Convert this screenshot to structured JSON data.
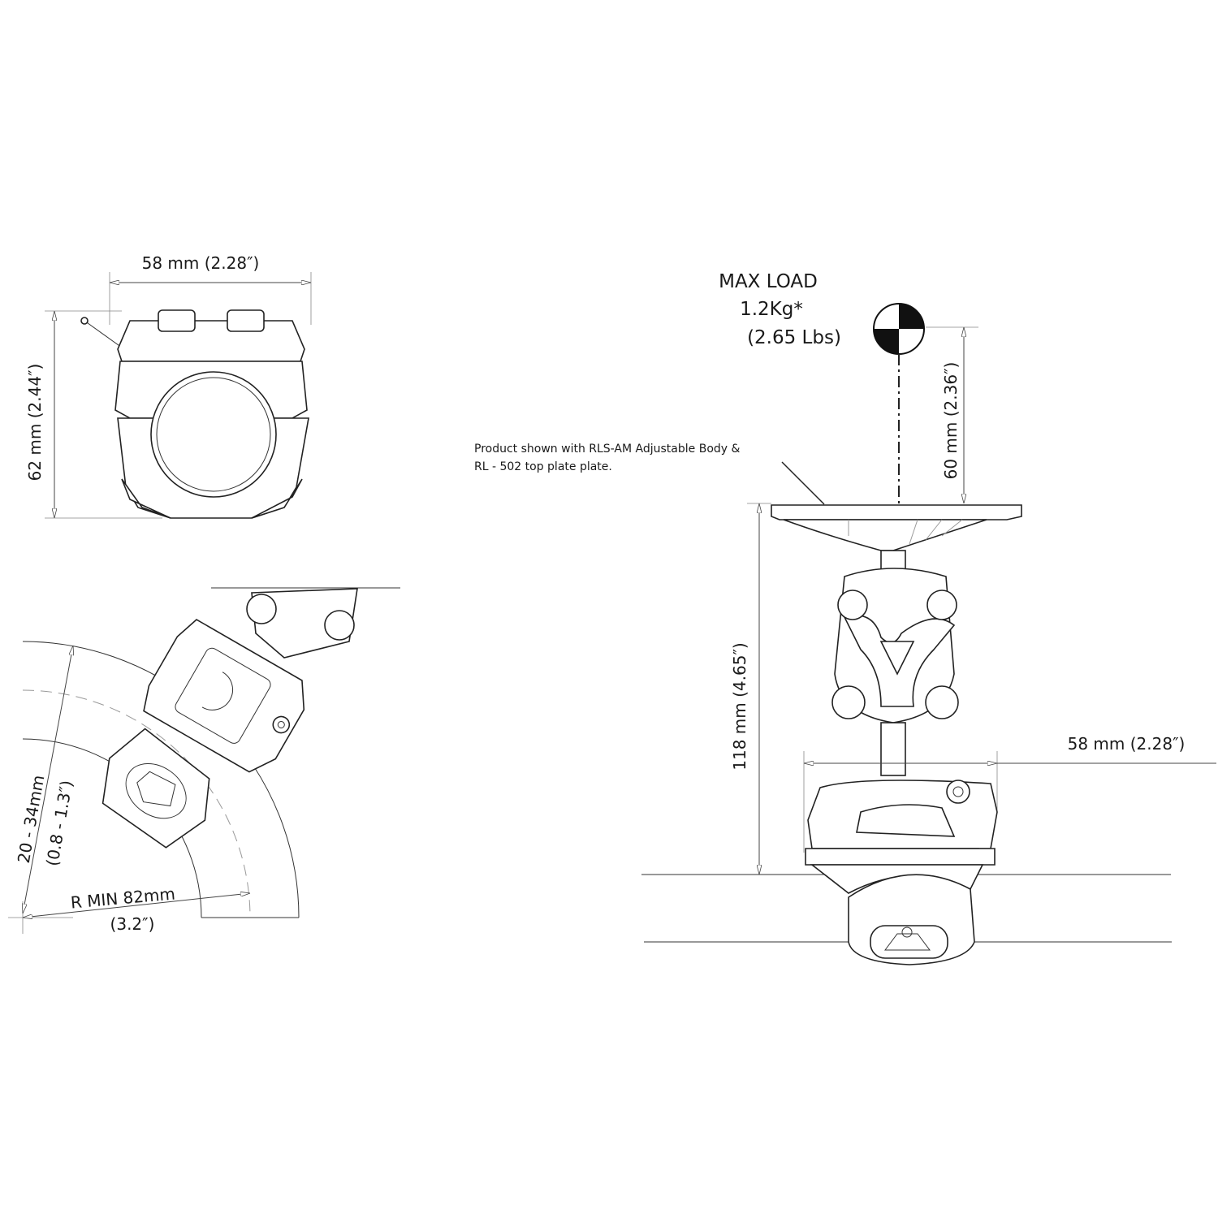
{
  "top_view": {
    "width_label": "58 mm (2.28″)",
    "height_label": "62 mm (2.44″)"
  },
  "bend_view": {
    "diameter_label": "20 - 34mm",
    "diameter_label_in": "(0.8 - 1.3″)",
    "radius_label": "R MIN 82mm",
    "radius_label_in": "(3.2″)"
  },
  "side_view": {
    "max_load_title": "MAX LOAD",
    "max_load_kg": "1.2Kg*",
    "max_load_lbs": "(2.65 Lbs)",
    "note_line1": "Product shown with RLS-AM Adjustable Body &",
    "note_line2": "RL - 502 top plate plate.",
    "load_height_label": "60 mm (2.36″)",
    "total_height_label": "118 mm (4.65″)",
    "base_width_label": "58 mm (2.28″)"
  }
}
